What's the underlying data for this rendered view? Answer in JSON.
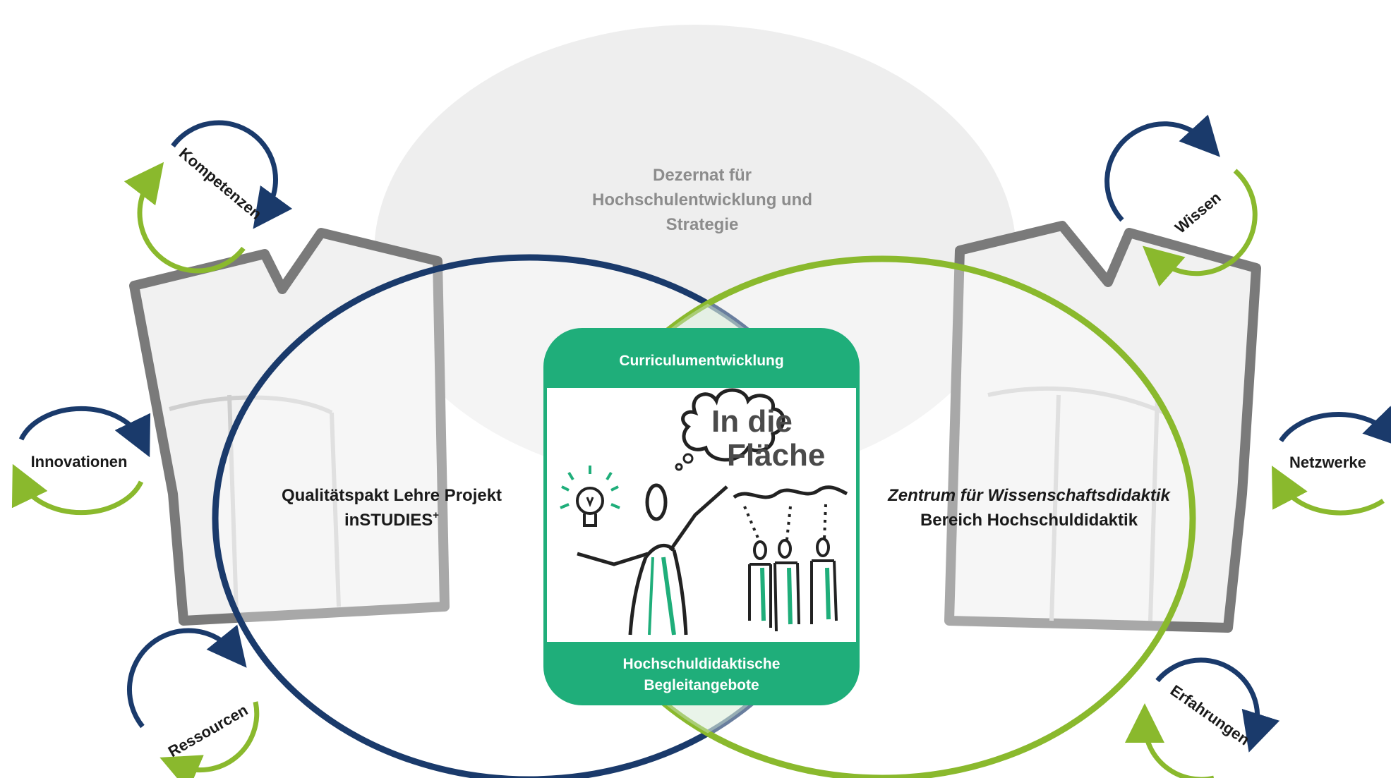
{
  "top_unit": {
    "lines": [
      "Dezernat für",
      "Hochschulentwicklung und",
      "Strategie"
    ],
    "color": "#8c8c8c"
  },
  "left_unit": {
    "line1": "Qualitätspakt Lehre Projekt",
    "line2": "inSTUDIES",
    "superscript": "+",
    "color": "#1a3a6b"
  },
  "right_unit": {
    "line1_italic": "Zentrum für Wissenschaftsdidaktik",
    "line2": "Bereich Hochschuldidaktik",
    "color": "#8ab92d"
  },
  "center_box": {
    "header": "Curriculumentwicklung",
    "footer_lines": [
      "Hochschuldidaktische",
      "Begleitangebote"
    ],
    "illustration_title_line1": "In die",
    "illustration_title_line2": "Fläche",
    "color": "#1fae7a"
  },
  "cycles": [
    {
      "label": "Kompetenzen",
      "icon": "cycle-arrows-icon"
    },
    {
      "label": "Innovationen",
      "icon": "cycle-arrows-icon"
    },
    {
      "label": "Ressourcen",
      "icon": "cycle-arrows-icon"
    },
    {
      "label": "Wissen",
      "icon": "cycle-arrows-icon"
    },
    {
      "label": "Netzwerke",
      "icon": "cycle-arrows-icon"
    },
    {
      "label": "Erfahrungen",
      "icon": "cycle-arrows-icon"
    }
  ],
  "colors": {
    "navy": "#1a3a6b",
    "lime": "#8ab92d",
    "green": "#1fae7a",
    "grey": "#8c8c8c",
    "dark_text": "#1a1a1a"
  }
}
